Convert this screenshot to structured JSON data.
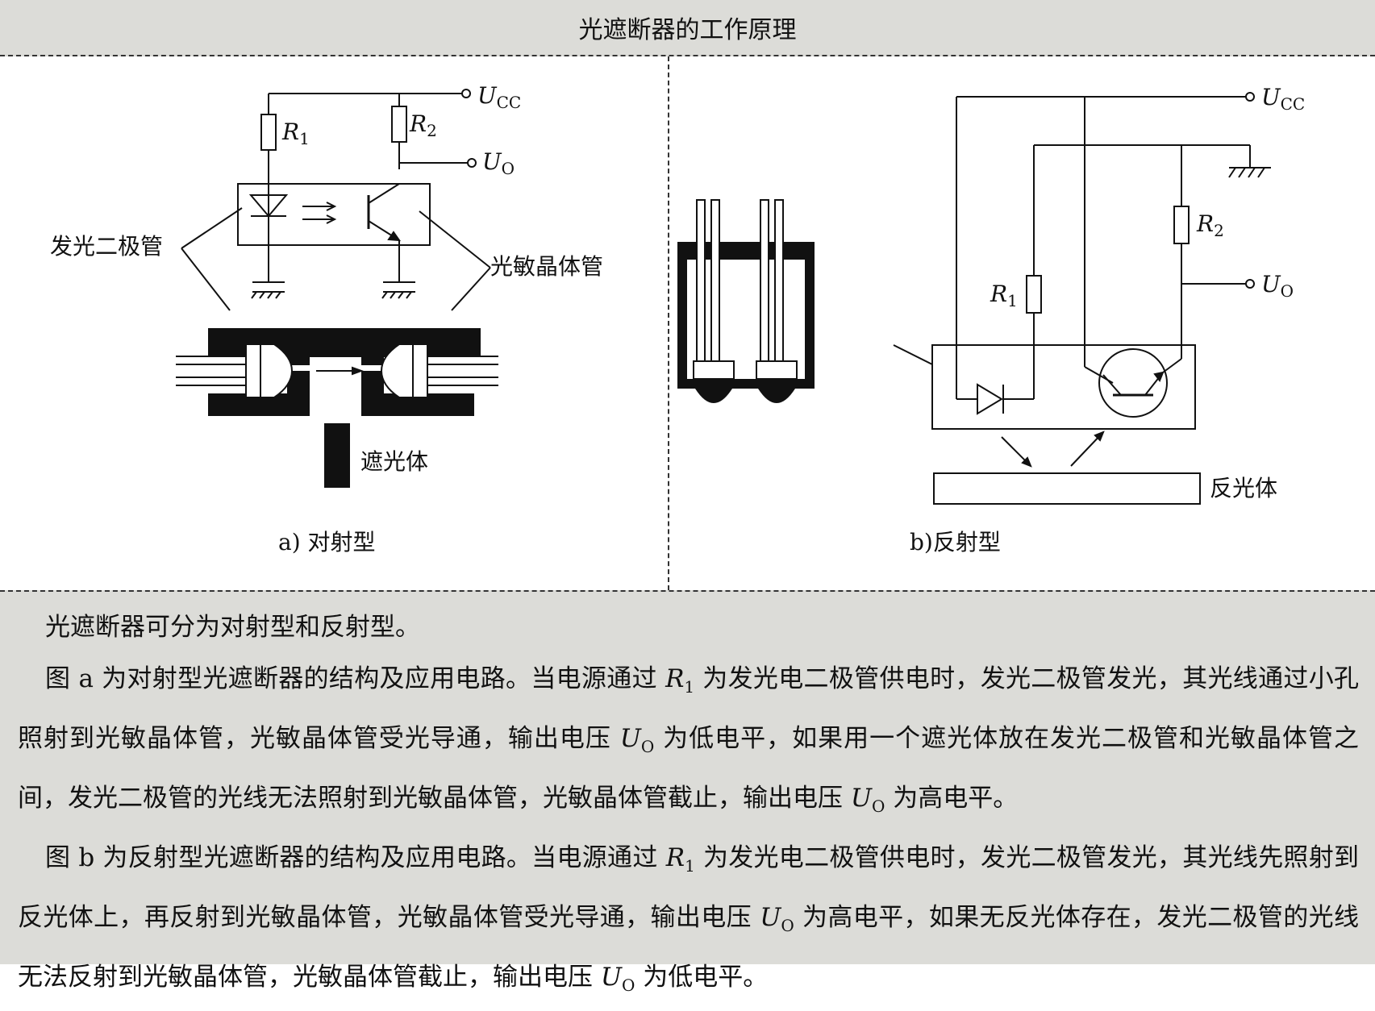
{
  "title": "光遮断器的工作原理",
  "panel_a": {
    "caption": "a) 对射型",
    "label_led": "发光二极管",
    "label_phototransistor": "光敏晶体管",
    "label_blocker": "遮光体",
    "r1": {
      "main": "R",
      "sub": "1"
    },
    "r2": {
      "main": "R",
      "sub": "2"
    },
    "ucc": {
      "main": "U",
      "sub": "CC"
    },
    "uo": {
      "main": "U",
      "sub": "O"
    }
  },
  "panel_b": {
    "caption": "b)反射型",
    "label_reflector": "反光体",
    "r1": {
      "main": "R",
      "sub": "1"
    },
    "r2": {
      "main": "R",
      "sub": "2"
    },
    "ucc": {
      "main": "U",
      "sub": "CC"
    },
    "uo": {
      "main": "U",
      "sub": "O"
    }
  },
  "description": {
    "p1": "光遮断器可分为对射型和反射型。",
    "p2": {
      "t1": "图 a 为对射型光遮断器的结构及应用电路。当电源通过 ",
      "s1": "R",
      "s1sub": "1",
      "t2": " 为发光电二极管供电时，发光二极管发光，其光线通过小孔照射到光敏晶体管，光敏晶体管受光导通，输出电压 ",
      "s2": "U",
      "s2sub": "O",
      "t3": " 为低电平，如果用一个遮光体放在发光二极管和光敏晶体管之间，发光二极管的光线无法照射到光敏晶体管，光敏晶体管截止，输出电压 ",
      "s3": "U",
      "s3sub": "O",
      "t4": " 为高电平。"
    },
    "p3": {
      "t1": "图 b 为反射型光遮断器的结构及应用电路。当电源通过 ",
      "s1": "R",
      "s1sub": "1",
      "t2": " 为发光电二极管供电时，发光二极管发光，其光线先照射到反光体上，再反射到光敏晶体管，光敏晶体管受光导通，输出电压 ",
      "s2": "U",
      "s2sub": "O",
      "t3": " 为高电平，如果无反光体存在，发光二极管的光线无法反射到光敏晶体管，光敏晶体管截止，输出电压 ",
      "s3": "U",
      "s3sub": "O",
      "t4": " 为低电平。"
    }
  }
}
